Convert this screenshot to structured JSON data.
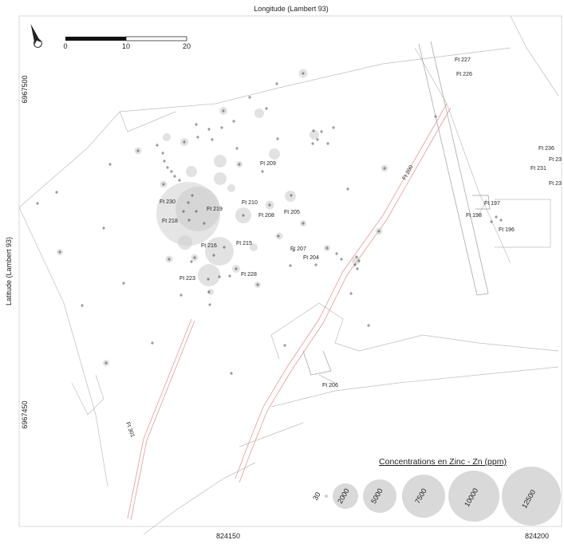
{
  "axes": {
    "top_label": "Longitude (Lambert 93)",
    "left_label": "Latitude (Lambert 93)",
    "y_ticks": [
      "6967500",
      "6967450"
    ],
    "x_ticks": [
      "824150",
      "824200"
    ]
  },
  "scale_bar": {
    "labels": [
      "0",
      "10",
      "20"
    ]
  },
  "legend": {
    "title": "Concentrations en Zinc - Zn (ppm)",
    "values": [
      "30",
      "2000",
      "5000",
      "7500",
      "10000",
      "12500"
    ]
  },
  "features": [
    "Ft 227",
    "Ft 226",
    "Ft 236",
    "Ft 23",
    "Ft 231",
    "Ft 23",
    "Ft 197",
    "Ft 198",
    "Ft 196",
    "Ft 200",
    "Ft 209",
    "Ft 230",
    "Ft 219",
    "Ft 218",
    "Ft 210",
    "Ft 208",
    "Ft 205",
    "Ft 216",
    "Ft 215",
    "Ft 207",
    "Ft 204",
    "Ft 223",
    "Ft 228",
    "Ft 206",
    "Ft 301"
  ],
  "colors": {
    "circle": "#cfcfcf",
    "boundary": "#e59a9a",
    "lines": "#bbbbbb"
  }
}
